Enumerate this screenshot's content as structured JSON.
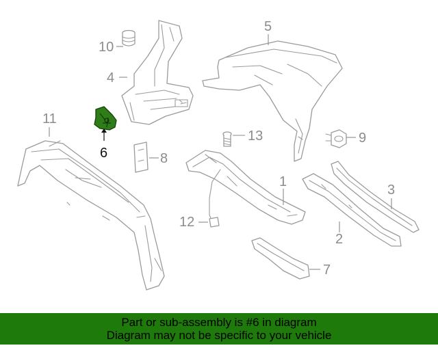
{
  "diagram": {
    "callouts": {
      "c1": "1",
      "c2": "2",
      "c3": "3",
      "c4": "4",
      "c5": "5",
      "c6": "6",
      "c7": "7",
      "c8": "8",
      "c9": "9",
      "c10": "10",
      "c11": "11",
      "c12": "12",
      "c13": "13"
    },
    "highlighted_part": "6",
    "highlight_color": "#2e7d18"
  },
  "banner": {
    "line1": "Part or sub-assembly is #6 in diagram",
    "line2": "Diagram may not be specific to your vehicle",
    "background": "#1f7a0c"
  }
}
